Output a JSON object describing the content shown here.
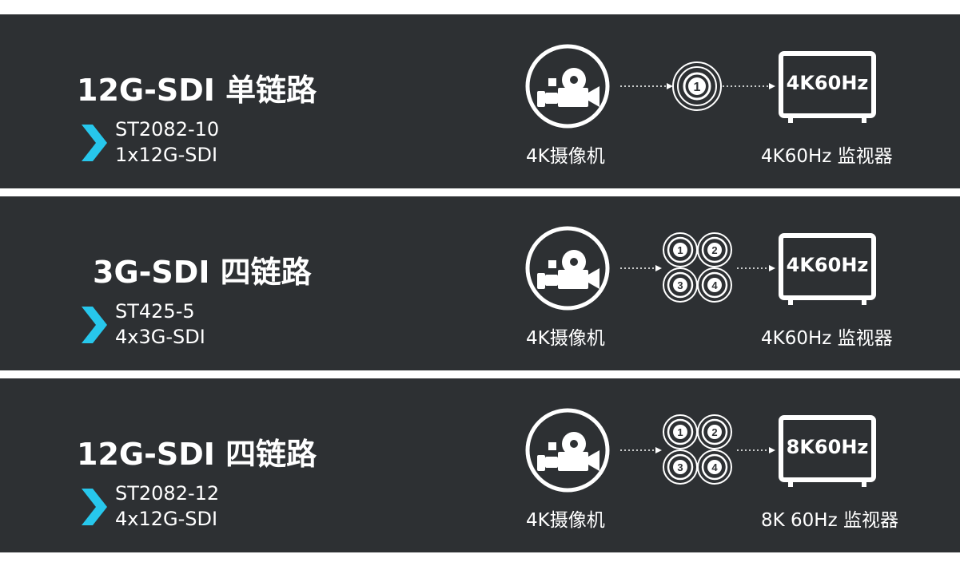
{
  "colors": {
    "panel": "#2d3033",
    "accent": "#27c7ec",
    "text": "#ffffff"
  },
  "rows": [
    {
      "title": "12G-SDI 单链路",
      "spec_line1": "ST2082-10",
      "spec_line2": "1x12G-SDI",
      "connectors": [
        "1"
      ],
      "camera_label": "4K摄像机",
      "monitor_screen": "4K60Hz",
      "monitor_label": "4K60Hz 监视器"
    },
    {
      "title": "3G-SDI 四链路",
      "spec_line1": "ST425-5",
      "spec_line2": "4x3G-SDI",
      "connectors": [
        "1",
        "2",
        "3",
        "4"
      ],
      "camera_label": "4K摄像机",
      "monitor_screen": "4K60Hz",
      "monitor_label": "4K60Hz 监视器"
    },
    {
      "title": "12G-SDI 四链路",
      "spec_line1": "ST2082-12",
      "spec_line2": "4x12G-SDI",
      "connectors": [
        "1",
        "2",
        "3",
        "4"
      ],
      "camera_label": "4K摄像机",
      "monitor_screen": "8K60Hz",
      "monitor_label": "8K 60Hz 监视器"
    }
  ]
}
